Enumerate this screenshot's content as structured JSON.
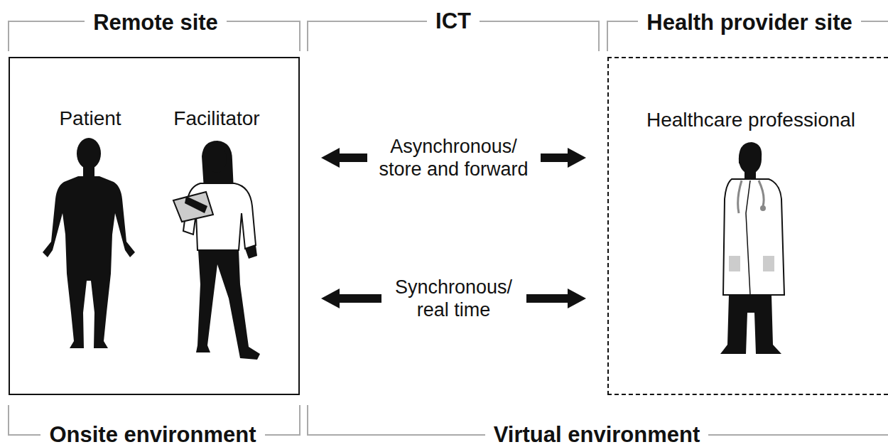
{
  "diagram": {
    "nodes": [
      {
        "text": [
          "Remote site",
          "Patient",
          "Facilitator"
        ]
      },
      {
        "text": [
          "Health provider site",
          "Healthcare professional"
        ]
      }
    ],
    "edges": [
      {
        "from": 0,
        "to": 1,
        "label": "Asynchronous/ store and forward",
        "arrow": "both"
      },
      {
        "from": 0,
        "to": 1,
        "label": "Synchronous/ real time",
        "arrow": "both"
      }
    ],
    "labels": [
      "ICT",
      "Onsite environment",
      "Virtual environment"
    ]
  }
}
